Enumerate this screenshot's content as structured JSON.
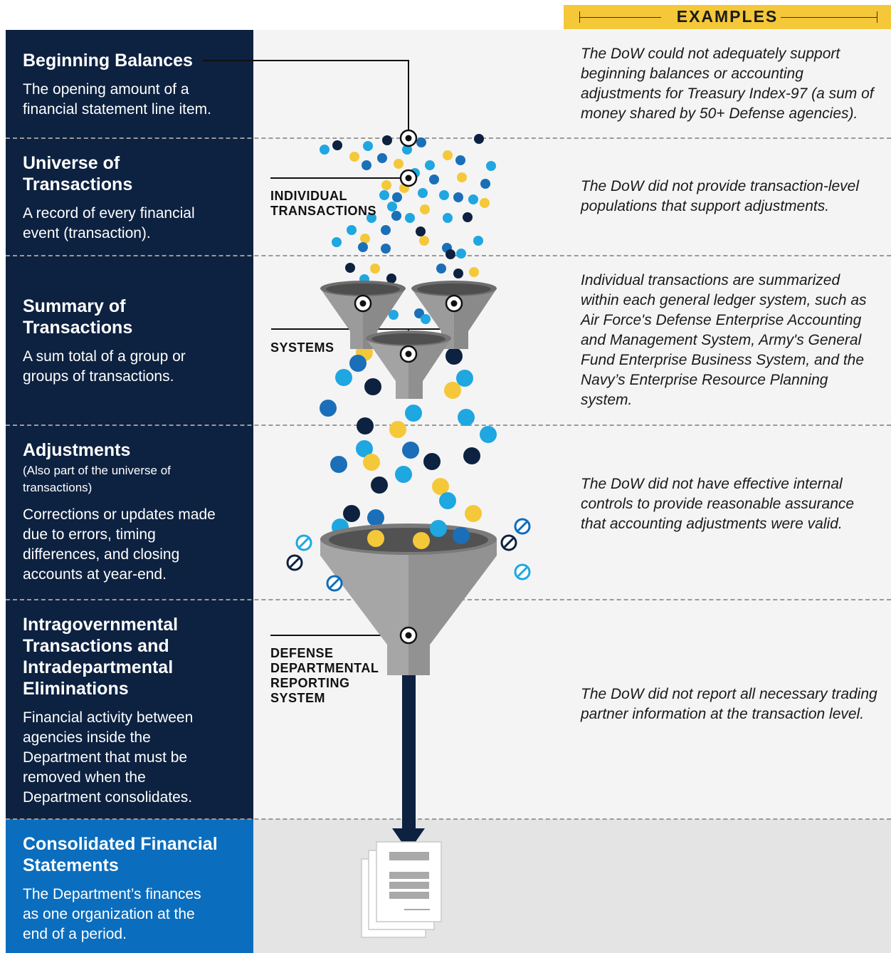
{
  "examples_header": "EXAMPLES",
  "sections": [
    {
      "title": "Beginning Balances",
      "subtitle": "",
      "description": "The opening amount of a financial statement line item.",
      "example": "The DoW could not adequately support beginning balances or accounting adjustments for Treasury Index-97 (a sum of money shared by 50+ Defense agencies)."
    },
    {
      "title": "Universe of Transactions",
      "subtitle": "",
      "description": "A record of every financial event (transaction).",
      "example": "The DoW did not provide transaction-level populations that support adjustments."
    },
    {
      "title": "Summary of Transactions",
      "subtitle": "",
      "description": "A sum total of a group or groups of transactions.",
      "example": "Individual transactions are summarized within each general ledger system, such as Air Force's Defense Enterprise Accounting and Management System, Army's General Fund Enterprise Business System, and the Navy’s Enterprise Resource Planning system."
    },
    {
      "title": "Adjustments",
      "subtitle": "(Also part of the universe of transactions)",
      "description": "Corrections or updates made due to errors, timing differences, and closing accounts at year-end.",
      "example": "The DoW did not have effective internal controls to provide reasonable assurance that accounting adjustments were valid."
    },
    {
      "title": "Intragovernmental Transactions and Intradepartmental Eliminations",
      "subtitle": "",
      "description": "Financial activity between agencies inside the Department that must be removed when the Department consolidates.",
      "example": "The DoW did not report all necessary trading partner information at the transaction level."
    },
    {
      "title": "Consolidated Financial Statements",
      "subtitle": "",
      "description": "The Department’s finances as one organization at the end of a period.",
      "example": ""
    }
  ],
  "diagram_labels": {
    "individual_transactions": "INDIVIDUAL TRANSACTIONS",
    "systems": "SYSTEMS",
    "ddrs": "DEFENSE DEPARTMENTAL REPORTING SYSTEM"
  },
  "colors": {
    "navy": "#0d2140",
    "blue": "#0b6dbd",
    "mid_blue": "#1a6fb8",
    "cyan": "#1ea7e1",
    "yellow": "#f5c83a",
    "funnel_gray": "#9b9b9b"
  }
}
